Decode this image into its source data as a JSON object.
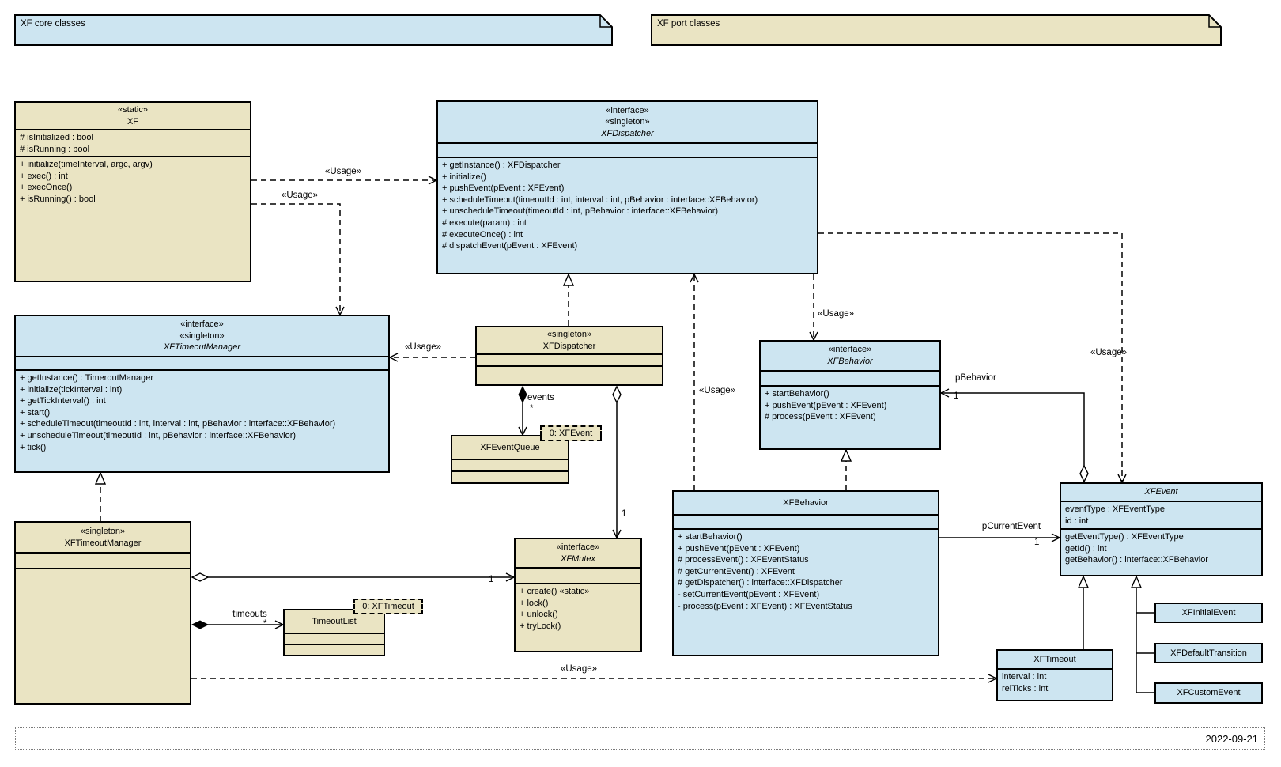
{
  "diagram": {
    "notes": {
      "core": "XF core classes",
      "port": "XF port classes"
    },
    "footer_date": "2022-09-21",
    "colors": {
      "core_fill": "#cde5f1",
      "port_fill": "#eae4c3",
      "line": "#000000"
    },
    "labels": {
      "usage": "«Usage»",
      "events": "events",
      "timeouts": "timeouts",
      "p_behavior": "pBehavior",
      "p_current_event": "pCurrentEvent",
      "one": "1",
      "star": "*",
      "obj_xfevent": "0: XFEvent",
      "obj_xftimeout": "0: XFTimeout"
    }
  },
  "classes": {
    "xf": {
      "stereotype1": "«static»",
      "name": "XF",
      "attributes": [
        "# isInitialized : bool",
        "# isRunning : bool"
      ],
      "methods": [
        "+ initialize(timeInterval, argc, argv)",
        "+ exec() : int",
        "+ execOnce()",
        "+ isRunning() : bool"
      ]
    },
    "xf_dispatcher_interface": {
      "stereotype1": "«interface»",
      "stereotype2": "«singleton»",
      "name": "XFDispatcher",
      "attributes": [],
      "methods": [
        "+ getInstance() : XFDispatcher",
        "+ initialize()",
        "+ pushEvent(pEvent : XFEvent)",
        "+ scheduleTimeout(timeoutId : int, interval : int, pBehavior : interface::XFBehavior)",
        "+ unscheduleTimeout(timeoutId : int, pBehavior : interface::XFBehavior)",
        "# execute(param) : int",
        "# executeOnce() : int",
        "# dispatchEvent(pEvent : XFEvent)"
      ]
    },
    "xf_timeout_manager_interface": {
      "stereotype1": "«interface»",
      "stereotype2": "«singleton»",
      "name": "XFTimeoutManager",
      "attributes": [],
      "methods": [
        "+ getInstance() : TimeroutManager",
        "+ initialize(tickInterval : int)",
        "+ getTickInterval() : int",
        "+ start()",
        "+ scheduleTimeout(timeoutId : int, interval : int, pBehavior : interface::XFBehavior)",
        "+ unscheduleTimeout(timeoutId : int, pBehavior : interface::XFBehavior)",
        "+ tick()"
      ]
    },
    "xf_dispatcher": {
      "stereotype1": "«singleton»",
      "name": "XFDispatcher",
      "attributes": [],
      "methods": []
    },
    "xf_event_queue": {
      "name": "XFEventQueue",
      "attributes": [],
      "methods": []
    },
    "xf_behavior_interface": {
      "stereotype1": "«interface»",
      "name": "XFBehavior",
      "attributes": [],
      "methods": [
        "+ startBehavior()",
        "+ pushEvent(pEvent : XFEvent)",
        "# process(pEvent : XFEvent)"
      ]
    },
    "xf_behavior": {
      "name": "XFBehavior",
      "attributes": [],
      "methods": [
        "+ startBehavior()",
        "+ pushEvent(pEvent : XFEvent)",
        "# processEvent() : XFEventStatus",
        "# getCurrentEvent() : XFEvent",
        "# getDispatcher() : interface::XFDispatcher",
        "- setCurrentEvent(pEvent : XFEvent)",
        "- process(pEvent : XFEvent) : XFEventStatus"
      ]
    },
    "xf_event": {
      "name": "XFEvent",
      "attributes": [
        "eventType : XFEventType",
        "id : int"
      ],
      "methods": [
        "getEventType() : XFEventType",
        "getId() : int",
        "getBehavior() : interface::XFBehavior"
      ]
    },
    "xf_timeout": {
      "name": "XFTimeout",
      "attributes": [
        "interval : int",
        "relTicks : int"
      ],
      "methods": []
    },
    "xf_initial_event": {
      "name": "XFInitialEvent"
    },
    "xf_default_transition": {
      "name": "XFDefaultTransition"
    },
    "xf_custom_event": {
      "name": "XFCustomEvent"
    },
    "xf_timeout_manager": {
      "stereotype1": "«singleton»",
      "name": "XFTimeoutManager",
      "attributes": [],
      "methods": []
    },
    "timeout_list": {
      "name": "TimeoutList",
      "attributes": [],
      "methods": []
    },
    "xf_mutex": {
      "stereotype1": "«interface»",
      "name": "XFMutex",
      "attributes": [],
      "methods": [
        "+ create() «static»",
        "+ lock()",
        "+ unlock()",
        "+ tryLock()"
      ]
    }
  }
}
